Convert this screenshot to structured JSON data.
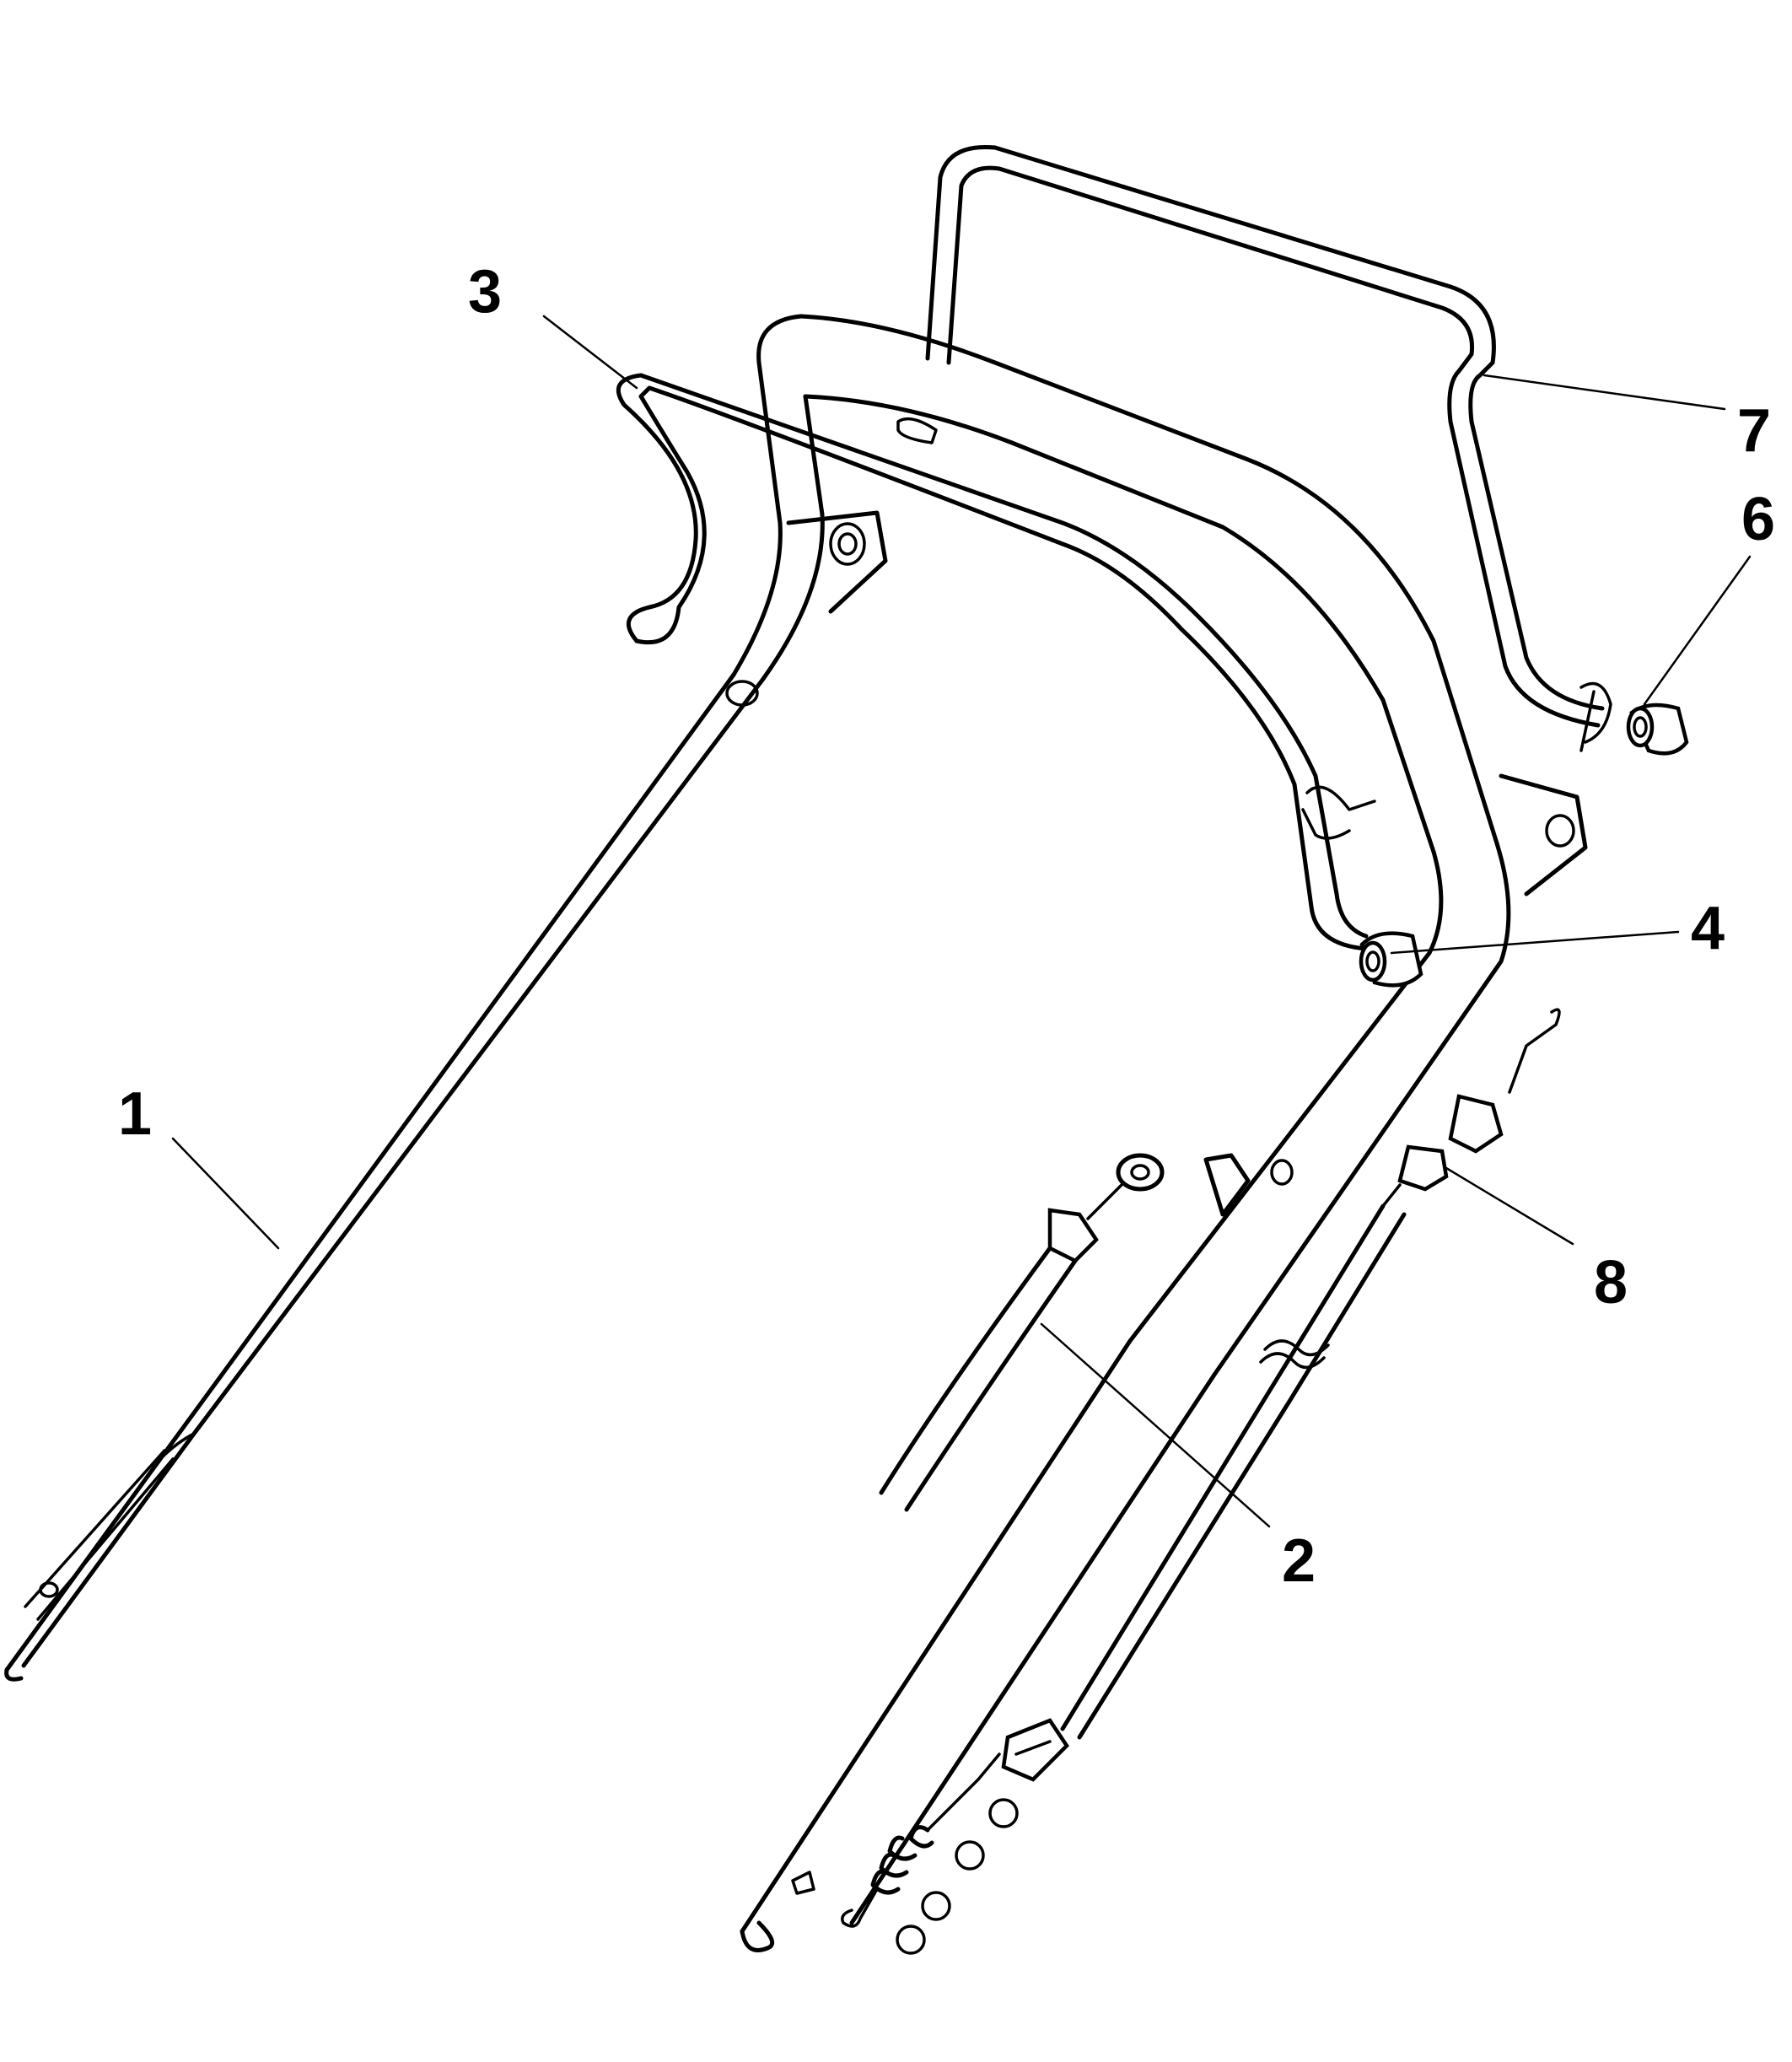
{
  "diagram": {
    "type": "exploded-parts-diagram",
    "line_color": "#000000",
    "background_color": "#ffffff",
    "callouts": [
      {
        "id": "1",
        "label": "1"
      },
      {
        "id": "2",
        "label": "2"
      },
      {
        "id": "3",
        "label": "3"
      },
      {
        "id": "4",
        "label": "4"
      },
      {
        "id": "6",
        "label": "6"
      },
      {
        "id": "7",
        "label": "7"
      },
      {
        "id": "8",
        "label": "8"
      }
    ]
  }
}
